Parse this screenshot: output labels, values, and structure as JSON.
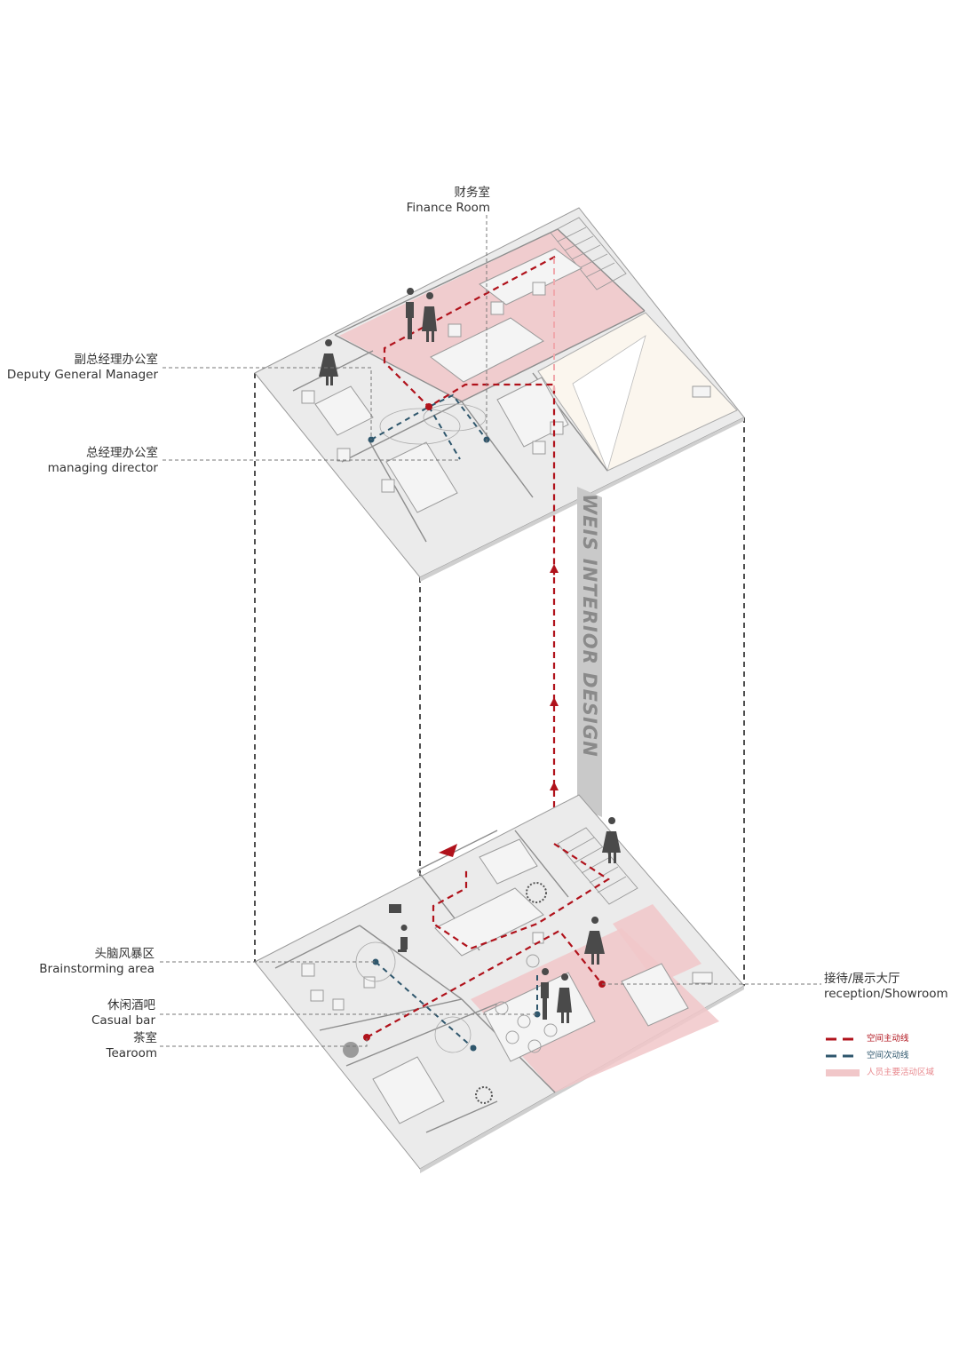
{
  "labels": {
    "finance": {
      "cn": "财务室",
      "en": "Finance Room"
    },
    "deputy": {
      "cn": "副总经理办公室",
      "en": "Deputy General Manager"
    },
    "director": {
      "cn": "总经理办公室",
      "en": "managing director"
    },
    "brainstorm": {
      "cn": "头脑风暴区",
      "en": "Brainstorming area"
    },
    "bar": {
      "cn": "休闲酒吧",
      "en": "Casual bar"
    },
    "tearoom": {
      "cn": "茶室",
      "en": "Tearoom"
    },
    "reception": {
      "cn": "接待/展示大厅",
      "en": "reception/Showroom"
    }
  },
  "legend": {
    "primary": "空间主动线",
    "secondary": "空间次动线",
    "zone": "人员主要活动区域"
  },
  "watermark": "WEIS INTERIOR DESIGN",
  "colors": {
    "primary_path": "#b0121b",
    "secondary_path": "#2e566c",
    "activity_zone": "#f1c7c9",
    "floor": "#ebebeb",
    "leader": "#777777"
  }
}
